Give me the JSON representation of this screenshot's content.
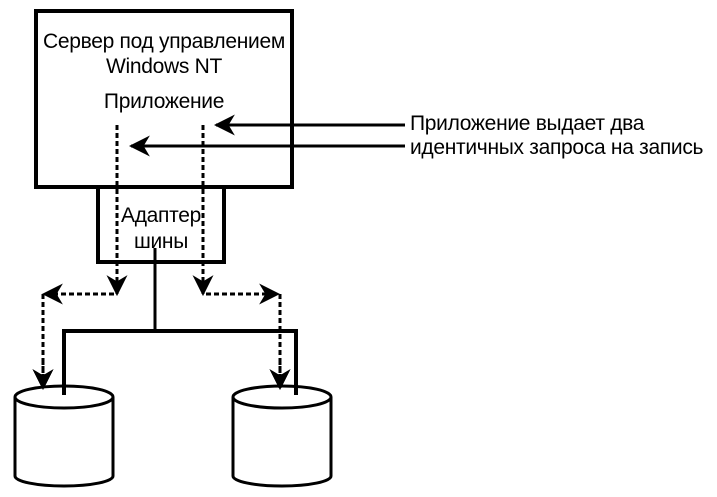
{
  "diagram": {
    "server": {
      "title_line1": "Сервер под управлением",
      "title_line2": "Windows NT",
      "application": "Приложение"
    },
    "adapter": {
      "line1": "Адаптер",
      "line2": "шины"
    },
    "annotation": {
      "line1": "Приложение выдает два",
      "line2": "идентичных запроса на запись"
    },
    "disks": [
      {
        "id": "disk-left"
      },
      {
        "id": "disk-right"
      }
    ],
    "colors": {
      "stroke": "#000000",
      "background": "#ffffff"
    }
  }
}
